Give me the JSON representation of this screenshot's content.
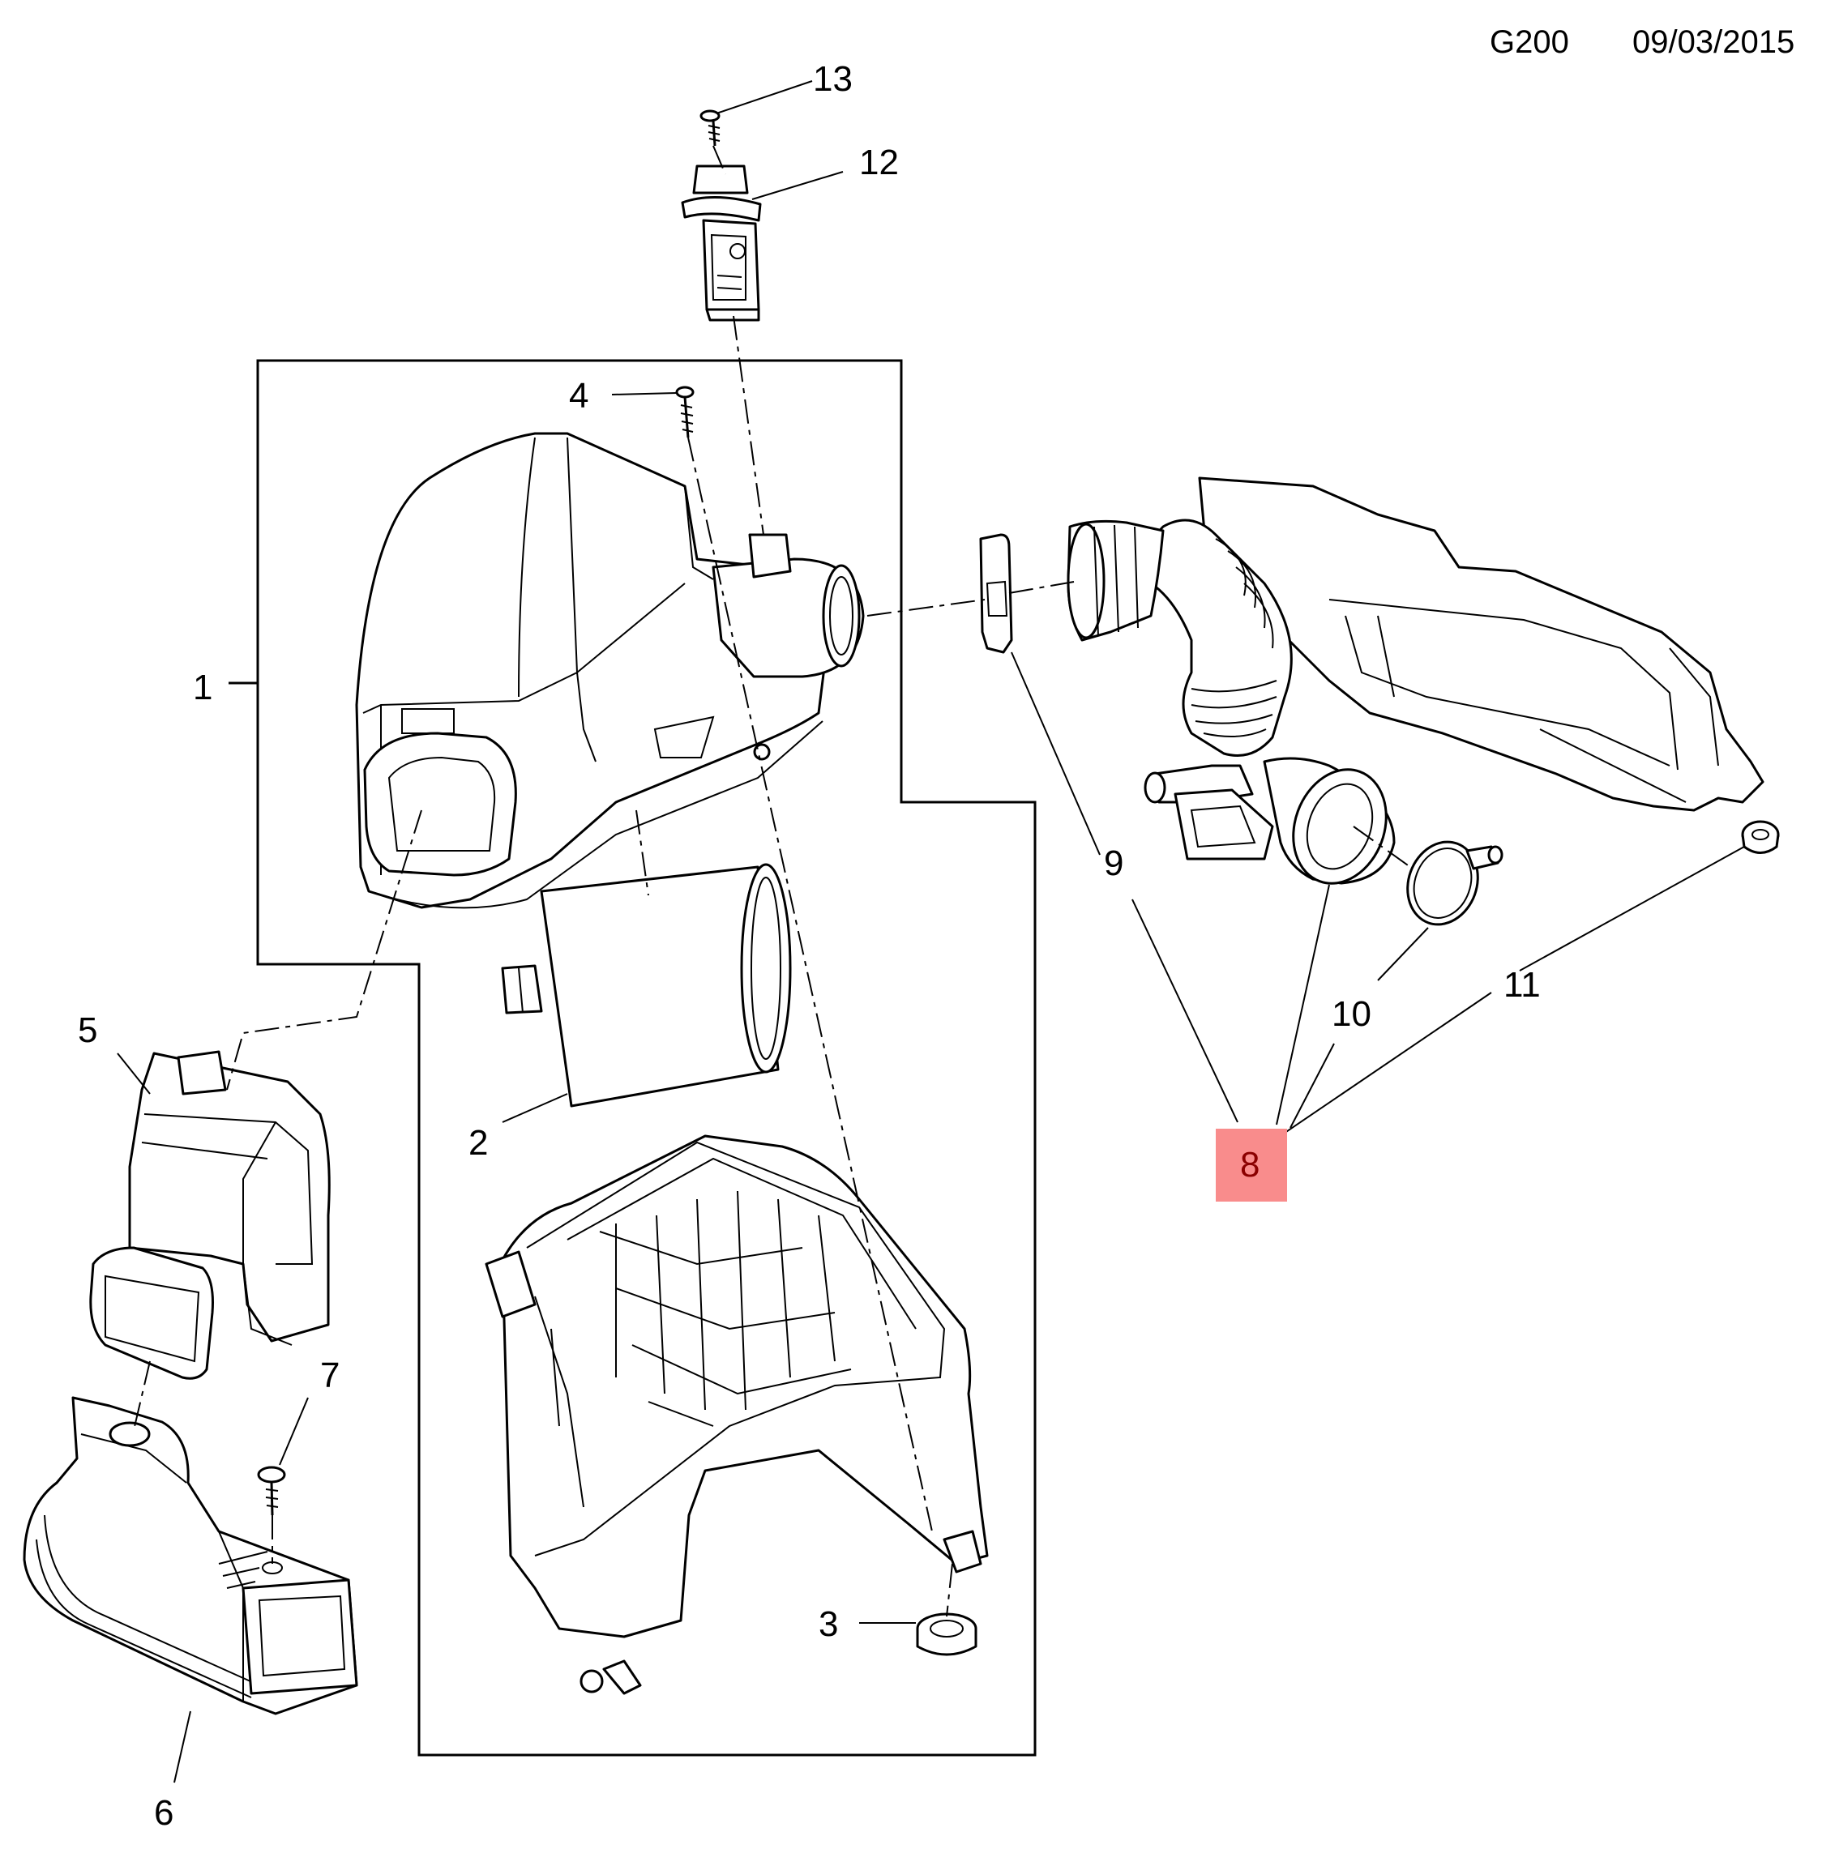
{
  "header": {
    "code": "G200",
    "date": "09/03/2015"
  },
  "callouts": {
    "c1": "1",
    "c2": "2",
    "c3": "3",
    "c4": "4",
    "c5": "5",
    "c6": "6",
    "c7": "7",
    "c8": "8",
    "c9": "9",
    "c10": "10",
    "c11": "11",
    "c12": "12",
    "c13": "13"
  },
  "highlight": {
    "callout": "8",
    "color": "#f98c8c",
    "text_color": "#8b0000"
  }
}
